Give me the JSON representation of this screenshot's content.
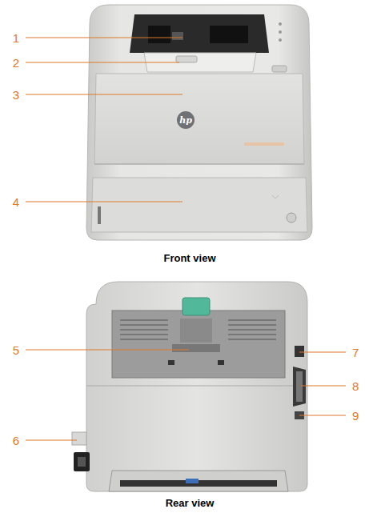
{
  "diagram": {
    "labels": [
      "1",
      "2",
      "3",
      "4",
      "5",
      "6",
      "7",
      "8",
      "9",
      "hp",
      "Front view",
      "Rear view"
    ]
  }
}
